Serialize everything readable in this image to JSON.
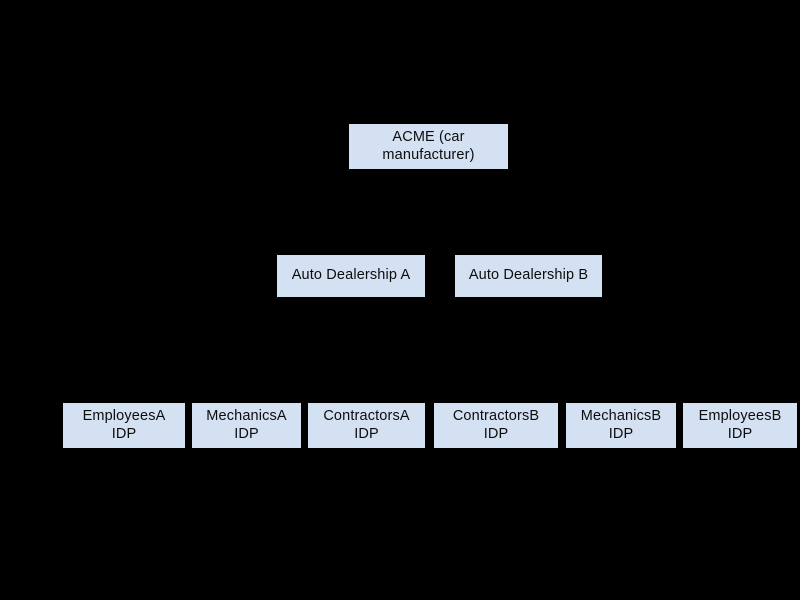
{
  "diagram": {
    "background_color": "#000000",
    "node_fill_color": "#d4e1f2",
    "node_text_color": "#0d0d0d",
    "tiers": {
      "root": {
        "nodes": [
          {
            "id": "acme",
            "label": "ACME (car\nmanufacturer)"
          }
        ]
      },
      "middle": {
        "nodes": [
          {
            "id": "dealership-a",
            "label": "Auto Dealership A"
          },
          {
            "id": "dealership-b",
            "label": "Auto Dealership B"
          }
        ]
      },
      "leaves": {
        "nodes": [
          {
            "id": "employees-a-idp",
            "label": "EmployeesA\nIDP"
          },
          {
            "id": "mechanics-a-idp",
            "label": "MechanicsA\nIDP"
          },
          {
            "id": "contractors-a-idp",
            "label": "ContractorsA\nIDP"
          },
          {
            "id": "contractors-b-idp",
            "label": "ContractorsB\nIDP"
          },
          {
            "id": "mechanics-b-idp",
            "label": "MechanicsB\nIDP"
          },
          {
            "id": "employees-b-idp",
            "label": "EmployeesB\nIDP"
          }
        ]
      }
    }
  }
}
